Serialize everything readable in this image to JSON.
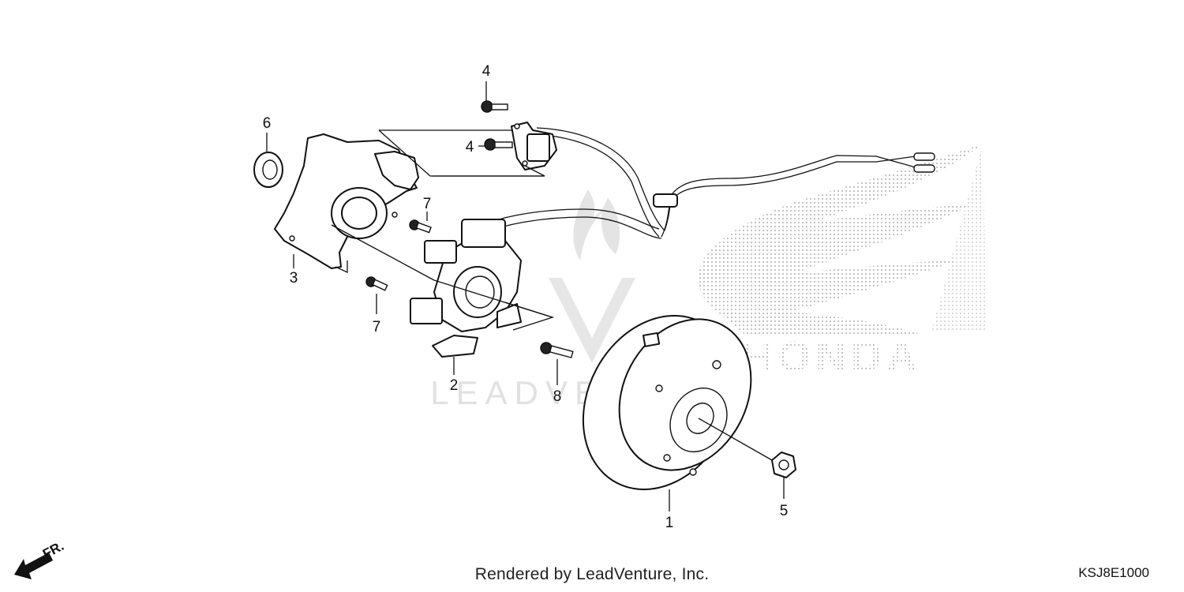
{
  "callouts": [
    {
      "id": "1",
      "label": "1"
    },
    {
      "id": "2",
      "label": "2"
    },
    {
      "id": "3",
      "label": "3"
    },
    {
      "id": "4a",
      "label": "4"
    },
    {
      "id": "4b",
      "label": "4"
    },
    {
      "id": "5",
      "label": "5"
    },
    {
      "id": "6",
      "label": "6"
    },
    {
      "id": "7a",
      "label": "7"
    },
    {
      "id": "7b",
      "label": "7"
    },
    {
      "id": "8",
      "label": "8"
    }
  ],
  "direction_marker": {
    "label": "FR.",
    "icon": "front-direction-arrow-icon"
  },
  "watermarks": {
    "lead": "LEADVENTURE",
    "brand": "HONDA"
  },
  "footer": {
    "credit": "Rendered by LeadVenture, Inc.",
    "diagram_code": "KSJ8E1000"
  },
  "colors": {
    "line": "#111111",
    "watermark": "#d9d9d9",
    "honda_dots": "#bdbdbd"
  }
}
